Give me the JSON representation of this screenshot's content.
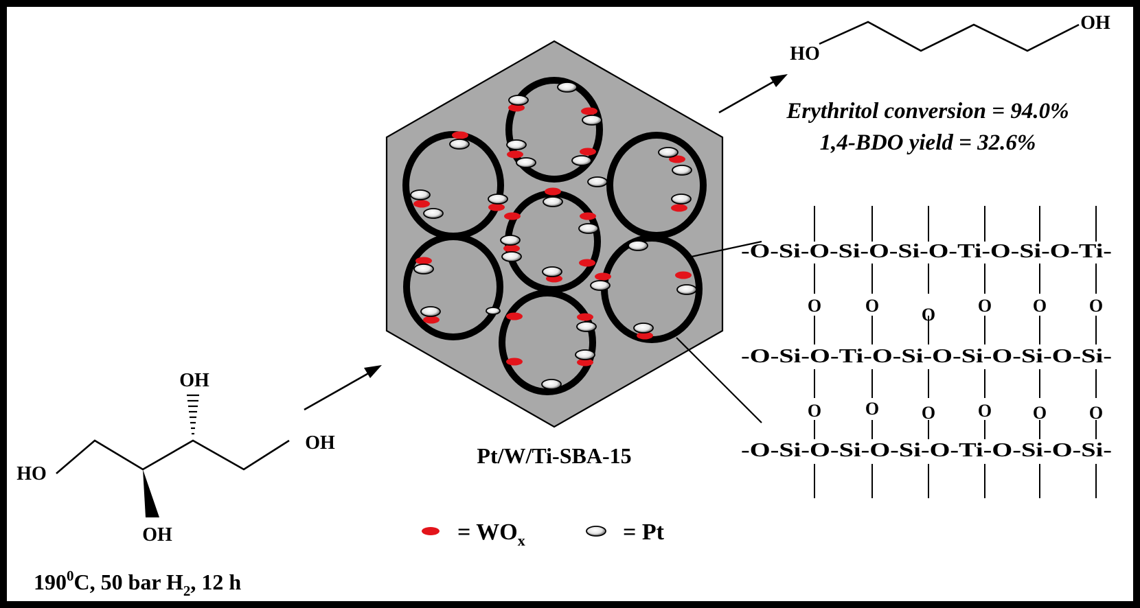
{
  "colors": {
    "frame": "#000000",
    "hex_fill": "#a9a9a9",
    "pore_fill": "#a6a6a6",
    "wox": "#e3141b",
    "pt_light": "#ffffff",
    "pt_dark": "#3a3a3a"
  },
  "reactant": {
    "groups": {
      "top": "OH",
      "right": "OH",
      "left": "HO",
      "bottom": "OH"
    },
    "conditions": {
      "temp": "190",
      "temp_sup": "0",
      "rest": "C, 50 bar H",
      "h2_sub": "2",
      "time": ", 12 h"
    }
  },
  "catalyst": {
    "name": "Pt/W/Ti-SBA-15"
  },
  "legend": {
    "wox_label": "= WO",
    "wox_sub": "x",
    "pt_label": "= Pt"
  },
  "product": {
    "groups": {
      "left": "HO",
      "right": "OH"
    },
    "conversion": "Erythritol conversion = 94.0%",
    "yield": "1,4-BDO yield = 32.6%"
  },
  "framework": {
    "rows": [
      "-O-Si-O-Si-O-Si-O-Ti-O-Si-O-Ti-",
      "-O-Si-O-Ti-O-Si-O-Si-O-Si-O-Si-",
      "-O-Si-O-Si-O-Si-O-Ti-O-Si-O-Si-"
    ],
    "bridge_atom": "O"
  }
}
